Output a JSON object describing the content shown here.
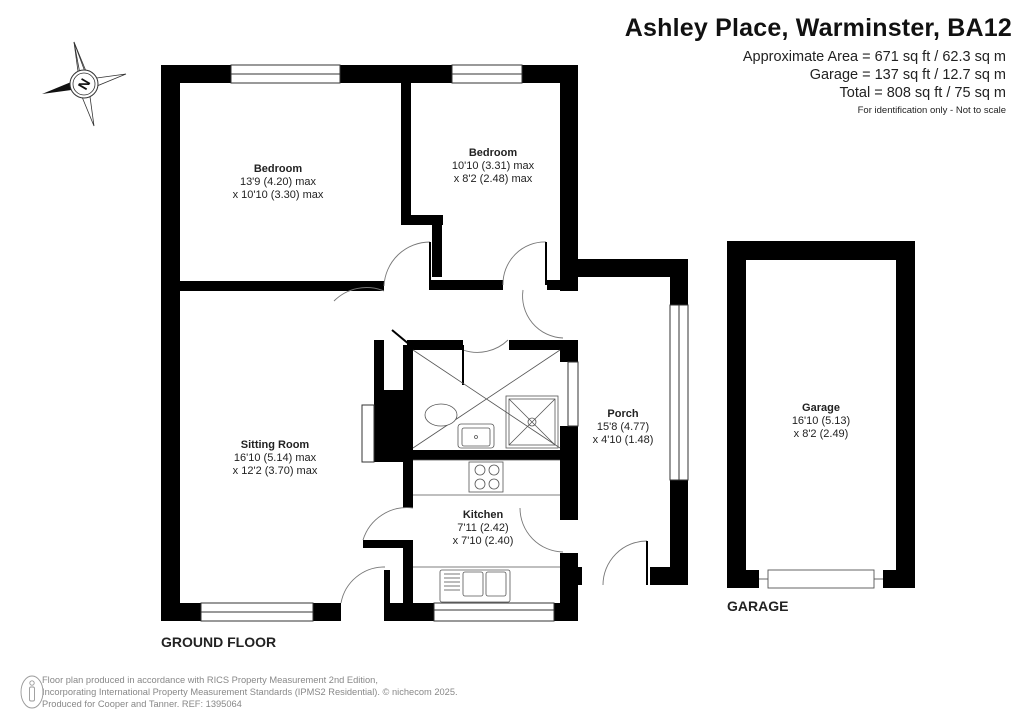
{
  "header": {
    "title": "Ashley Place, Warminster, BA12",
    "area_lines": [
      "Approximate Area = 671 sq ft / 62.3 sq m",
      "Garage = 137 sq ft / 12.7 sq m",
      "Total = 808 sq ft / 75 sq m"
    ],
    "note": "For identification only - Not to scale"
  },
  "compass": {
    "icon": "north-compass-icon",
    "letter": "N"
  },
  "rooms": [
    {
      "name": "Bedroom",
      "dim1": "13'9 (4.20) max",
      "dim2": "x 10'10 (3.30) max"
    },
    {
      "name": "Bedroom",
      "dim1": "10'10 (3.31) max",
      "dim2": "x 8'2 (2.48) max"
    },
    {
      "name": "Sitting Room",
      "dim1": "16'10 (5.14) max",
      "dim2": "x 12'2 (3.70) max"
    },
    {
      "name": "Porch",
      "dim1": "15'8 (4.77)",
      "dim2": "x 4'10 (1.48)"
    },
    {
      "name": "Kitchen",
      "dim1": "7'11 (2.42)",
      "dim2": "x 7'10 (2.40)"
    },
    {
      "name": "Garage",
      "dim1": "16'10 (5.13)",
      "dim2": "x 8'2 (2.49)"
    }
  ],
  "floors": {
    "ground": "GROUND FLOOR",
    "garage": "GARAGE"
  },
  "footer": {
    "line1": "Floor plan produced in accordance with RICS Property Measurement 2nd Edition,",
    "line2": "Incorporating International Property Measurement Standards (IPMS2 Residential).   © nichecom 2025.",
    "line3": "Produced for Cooper and Tanner.   REF:  1395064",
    "icon": "person-figure-icon"
  }
}
